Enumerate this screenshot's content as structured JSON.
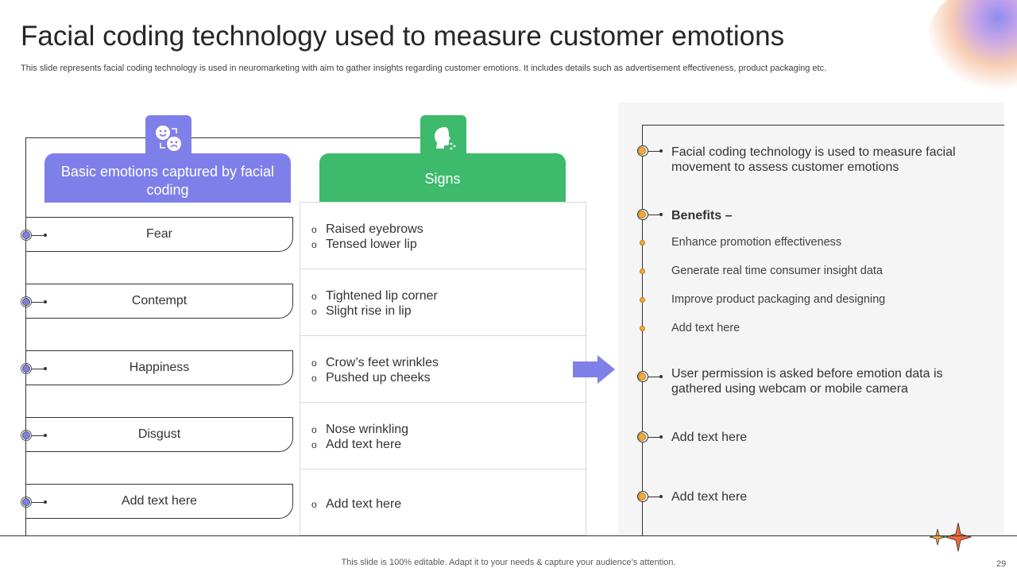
{
  "header": {
    "title": "Facial coding technology used to measure customer emotions",
    "subtitle": "This slide represents facial coding technology is used in neuromarketing with aim to gather insights regarding customer emotions. It includes details such as advertisement effectiveness, product packaging etc."
  },
  "emotions_column": {
    "heading": "Basic emotions captured by facial coding",
    "icon": "emotions-faces-icon",
    "rows": [
      "Fear",
      "Contempt",
      "Happiness",
      "Disgust",
      "Add text here"
    ]
  },
  "signs_column": {
    "heading": "Signs",
    "icon": "face-scan-icon",
    "bullet": "o",
    "cells": [
      [
        "Raised eyebrows",
        "Tensed lower lip"
      ],
      [
        "Tightened lip corner",
        "Slight rise in lip"
      ],
      [
        "Crow’s feet wrinkles",
        "Pushed up cheeks"
      ],
      [
        "Nose wrinkling",
        "Add text here"
      ],
      [
        "Add text here"
      ]
    ]
  },
  "right_panel": {
    "intro": "Facial coding technology  is used to measure facial movement to assess customer emotions",
    "benefits_heading": "Benefits –",
    "benefits": [
      "Enhance promotion effectiveness",
      "Generate real time consumer insight data",
      "Improve product packaging and designing",
      "Add text here"
    ],
    "permission": "User permission is asked before emotion data is gathered using webcam or mobile camera",
    "extra_1": "Add text here",
    "extra_2": "Add text here"
  },
  "footer": {
    "note": "This slide is 100% editable. Adapt it to your needs & capture your audience’s attention.",
    "page_number": "29"
  },
  "colors": {
    "purple": "#7f7fea",
    "green": "#3dba6b",
    "orange": "#f4a93b",
    "panel": "#f5f5f5"
  }
}
